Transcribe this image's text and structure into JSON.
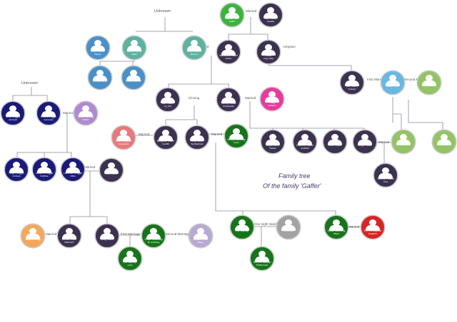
{
  "colors": {
    "dark": "#3d3150",
    "navy": "#1a1a7a",
    "teal": "#5fb1a0",
    "blue": "#4a90c8",
    "green": "#3cb43c",
    "darkgreen": "#17741a",
    "pink": "#e83b9b",
    "salmon": "#e8787a",
    "orange": "#f3a85a",
    "lilac": "#b08ad0",
    "lightgreen": "#93c464",
    "skyblue": "#67b8e3",
    "gray": "#a3a3a3",
    "red": "#d82424",
    "lavender": "#b7a9cf",
    "line": "#8a8aa0"
  },
  "title": {
    "line1": "Family tree",
    "line2": "Of the family 'Gaffer'"
  },
  "labels": {
    "unknown_top": "Unknown",
    "unknown_left": "Unknown",
    "married": "Married",
    "adoption": "Adoption",
    "first_marriage": "First Marriage",
    "second_marriage": "Second Marriage",
    "cloning": "Cloning",
    "one_night_stand": "One night stand"
  },
  "people": {
    "olivia": {
      "name": "Olivia Plouff",
      "sub": "Gaffer"
    },
    "sam": {
      "name": "Sam Gaffer",
      "sub": "Tavaldei"
    },
    "lucie": {
      "name": "Lucie Burner",
      "sub": "Salmon"
    },
    "avalon": {
      "name": "Avalon Burner",
      "sub": "Ralph"
    },
    "grace": {
      "name": "Grace Burner",
      "sub": "Spinal_y"
    },
    "samantha": {
      "name": "Samantha Gaffer",
      "sub": "Zorfien"
    },
    "gaffer_lego": {
      "name": "Gaffer",
      "sub": "Lego_Abby"
    },
    "jimmy": {
      "name": "Jimmy Burner",
      "sub": ""
    },
    "robert": {
      "name": "Robert Burner",
      "sub": ""
    },
    "bob": {
      "name": "Bob Gaffer",
      "sub": "Zoolegin"
    },
    "sarah": {
      "name": "Sarah Ram",
      "sub": ""
    },
    "second_wife": {
      "name": "",
      "sub": ""
    },
    "sean": {
      "name": "Sean Doggie",
      "sub": "Grimrock"
    },
    "patrick": {
      "name": "Patrick Doggie",
      "sub": "mercenary"
    },
    "susan": {
      "name": "Susan McGirty",
      "sub": "Muffins"
    },
    "lars": {
      "name": "Lars Gaffer",
      "sub": "my_Sun"
    },
    "tommy": {
      "name": "Tommy Gaffer",
      "sub": "Ambassador"
    },
    "rudy": {
      "name": "Rudy",
      "sub": "Invitation"
    },
    "lois": {
      "name": "Lois Gumberle",
      "sub": "Lingvagram"
    },
    "benjamin": {
      "name": "Benjamin Gaffer",
      "sub": "mer232"
    },
    "kelly": {
      "name": "Kelly Gaffer",
      "sub": "VeryDarkGem"
    },
    "henry": {
      "name": "Henry Svartberg",
      "sub": "Henry"
    },
    "lloyd": {
      "name": "Lloyd Gaffer",
      "sub": "Salinan"
    },
    "charlene": {
      "name": "Charlene Gaffer",
      "sub": "Jordf1bO"
    },
    "steve": {
      "name": "Steve Gaffer",
      "sub": ""
    },
    "diego": {
      "name": "Diego Gaffer",
      "sub": ""
    },
    "kid_sarah": {
      "name": "",
      "sub": ""
    },
    "kid_green": {
      "name": "",
      "sub": ""
    },
    "tommy_jr": {
      "name": "Tommy II Gaffer",
      "sub": "Lane"
    },
    "roger": {
      "name": "Roger Doggie",
      "sub": "Andreas"
    },
    "jacques": {
      "name": "Jacques Doggie",
      "sub": "Instribute"
    },
    "lavender": {
      "name": "Lavender Doggie",
      "sub": "Utilize"
    },
    "nico": {
      "name": "Nico Gaffer",
      "sub": ""
    },
    "orange_kid": {
      "name": "Charina Dogg",
      "sub": ""
    },
    "mellow": {
      "name": "Mellow Gaffer",
      "sub": "Marized77"
    },
    "craig": {
      "name": "Craig Gaffer",
      "sub": ""
    },
    "oscar": {
      "name": "Oscar Svartberg",
      "sub": "Br_Svartberg"
    },
    "madison": {
      "name": "Madison Bob",
      "sub": "Fiance"
    },
    "zoe": {
      "name": "Zoe Bazzup",
      "sub": ""
    },
    "unknown_gray": {
      "name": "Unknown",
      "sub": ""
    },
    "daisy": {
      "name": "Daisy Svartberg",
      "sub": "Allston"
    },
    "red_wife": {
      "name": "Fifi Frenchwood",
      "sub": "Singlepho"
    },
    "zoe_child": {
      "name": "Zoe Bazzup",
      "sub": "Lulyo"
    },
    "harmon": {
      "name": "Harmon Bazzup",
      "sub": "TheBozzuple"
    }
  }
}
